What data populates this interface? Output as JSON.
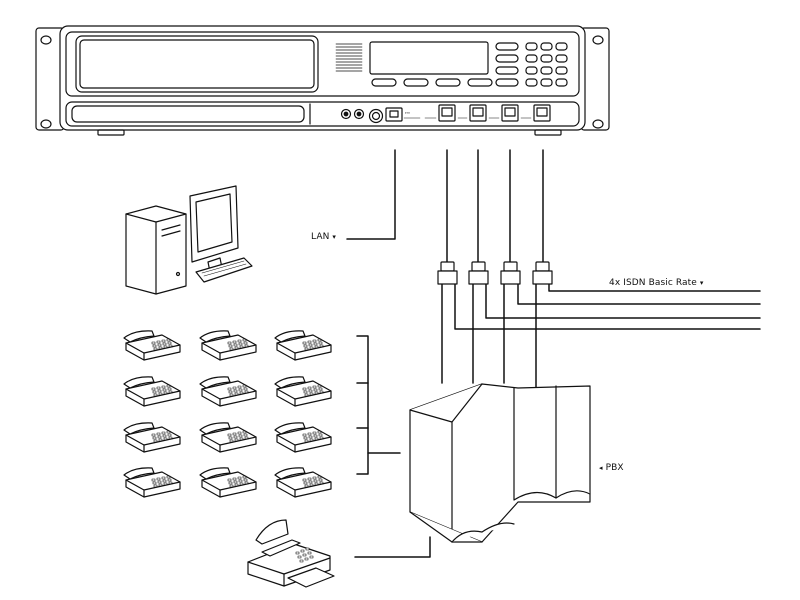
{
  "labels": {
    "lan": "LAN",
    "isdn": "4x ISDN Basic Rate",
    "pbx": "PBX"
  },
  "glyphs": {
    "down_triangle": "▾",
    "left_triangle": "◂"
  },
  "colors": {
    "line": "#111111",
    "fill": "#ffffff"
  }
}
